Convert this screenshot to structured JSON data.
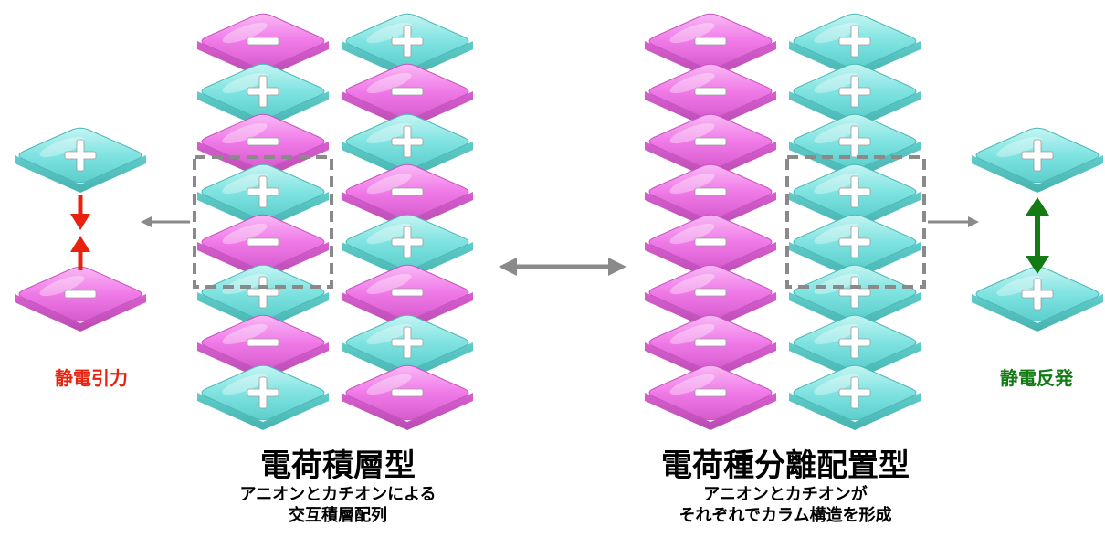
{
  "colors": {
    "anion": "#f07ae8",
    "cation": "#7fe3e1",
    "attraction": "#e8220e",
    "repulsion": "#137a14",
    "arrow": "#8a8a8a",
    "dash": "#8a8a8a"
  },
  "symbols": {
    "plus": "+",
    "minus": "−"
  },
  "left_panel": {
    "title": "電荷積層型",
    "subtitle_line1": "アニオンとカチオンによる",
    "subtitle_line2": "交互積層配列",
    "column1": [
      "minus",
      "plus",
      "minus",
      "plus",
      "minus",
      "plus",
      "minus",
      "plus"
    ],
    "column2": [
      "plus",
      "minus",
      "plus",
      "minus",
      "plus",
      "minus",
      "plus",
      "minus"
    ]
  },
  "right_panel": {
    "title": "電荷種分離配置型",
    "subtitle_line1": "アニオンとカチオンが",
    "subtitle_line2": "それぞれでカラム構造を形成",
    "column1": [
      "minus",
      "minus",
      "minus",
      "minus",
      "minus",
      "minus",
      "minus",
      "minus"
    ],
    "column2": [
      "plus",
      "plus",
      "plus",
      "plus",
      "plus",
      "plus",
      "plus",
      "plus"
    ]
  },
  "attraction": {
    "label": "静電引力",
    "top": "plus",
    "bottom": "minus"
  },
  "repulsion": {
    "label": "静電反発",
    "top": "plus",
    "bottom": "plus"
  }
}
